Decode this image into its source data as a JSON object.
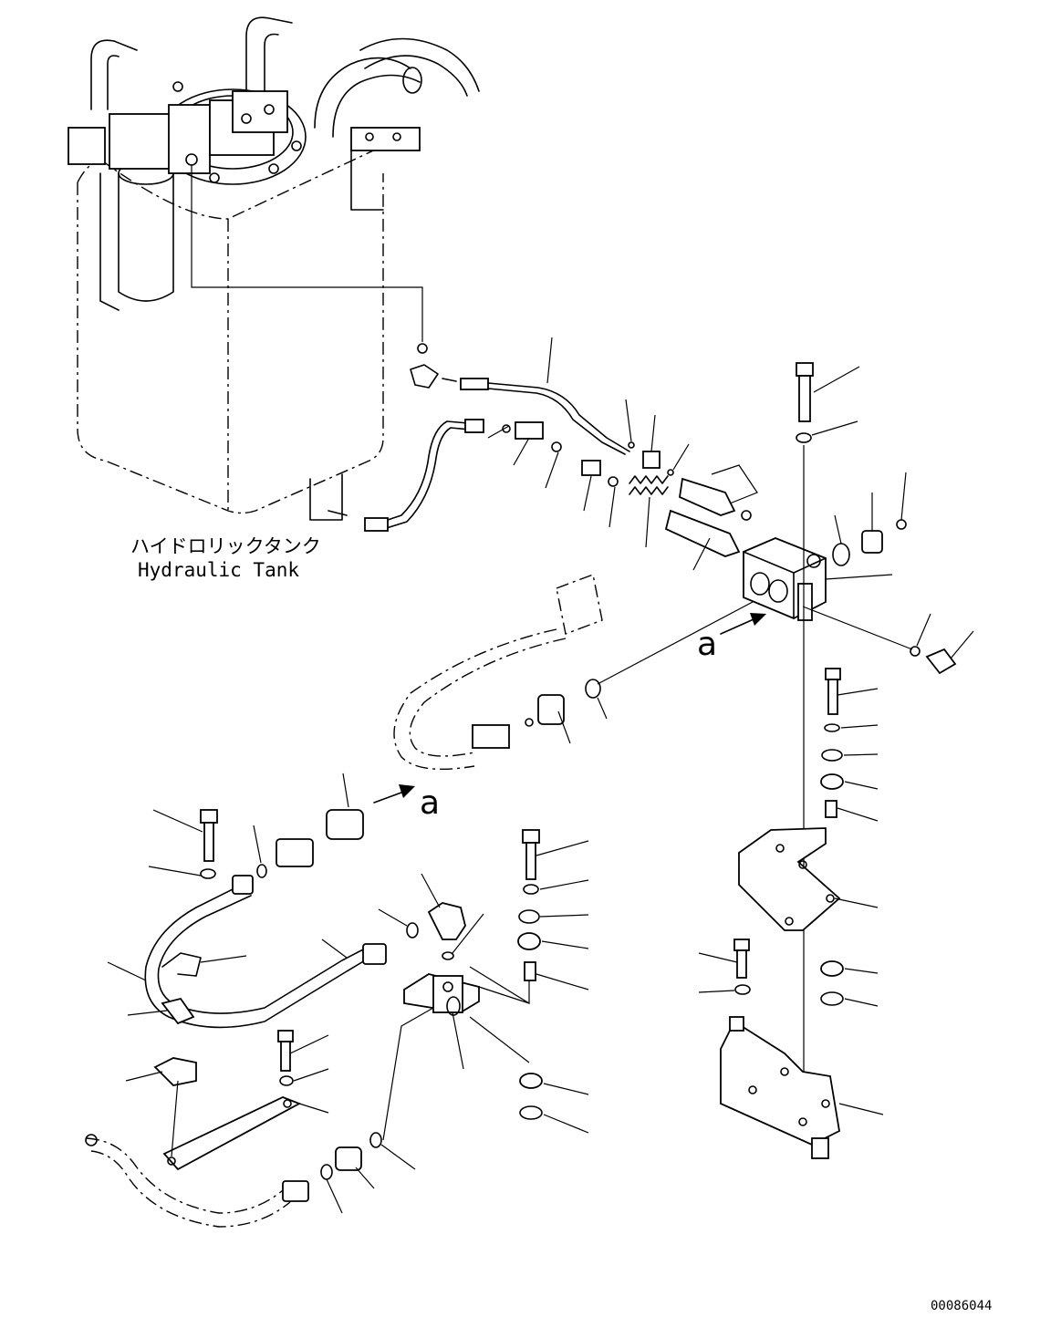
{
  "tank_label": {
    "japanese": "ハイドロリックタンク",
    "english": "Hydraulic Tank"
  },
  "view_callouts": {
    "upper": "a",
    "lower": "a"
  },
  "drawing_number": "00086044"
}
